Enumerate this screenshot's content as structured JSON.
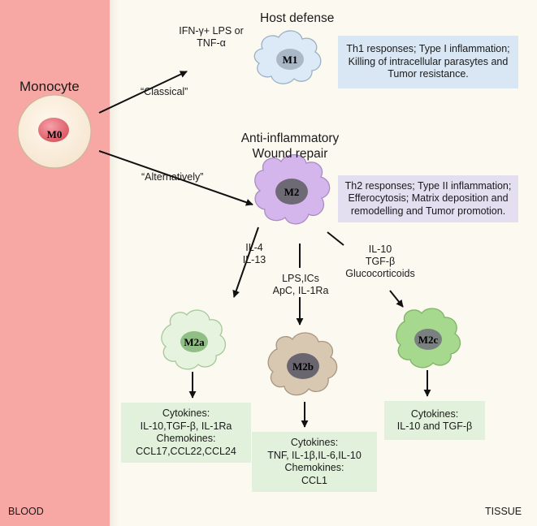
{
  "monocyte": {
    "title": "Monocyte",
    "cell": "M0"
  },
  "routes": {
    "classical": "“Classical”",
    "alternatively": "“Alternatively”"
  },
  "m1": {
    "heading": "Host defense",
    "stimulus": [
      "IFN-γ+ LPS or",
      "TNF-α"
    ],
    "cell": "M1",
    "description": [
      "Th1 responses; Type I inflammation;",
      "Killing of intracellular parasytes and",
      "Tumor resistance."
    ]
  },
  "m2": {
    "heading": [
      "Anti-inflammatory",
      "Wound repair"
    ],
    "cell": "M2",
    "description": [
      "Th2 responses; Type II inflammation;",
      "Efferocytosis; Matrix deposition and",
      "remodelling and Tumor promotion."
    ]
  },
  "m2a": {
    "stimulus": [
      "IL-4",
      "IL-13"
    ],
    "cell": "M2a",
    "products": [
      "Cytokines:",
      "IL-10,TGF-β, IL-1Ra",
      "Chemokines:",
      "CCL17,CCL22,CCL24"
    ]
  },
  "m2b": {
    "stimulus": [
      "LPS,ICs",
      "ApC, IL-1Ra"
    ],
    "cell": "M2b",
    "products": [
      "Cytokines:",
      "TNF, IL-1β,IL-6,IL-10",
      "Chemokines:",
      "CCL1"
    ]
  },
  "m2c": {
    "stimulus": [
      "IL-10",
      "TGF-β",
      "Glucocorticoids"
    ],
    "cell": "M2c",
    "products": [
      "Cytokines:",
      "IL-10 and TGF-β"
    ]
  },
  "corners": {
    "blood": "BLOOD",
    "tissue": "TISSUE"
  },
  "colors": {
    "blood": "#f8a8a4",
    "tissue": "#fcfaf0",
    "m1_cell": "#dce9f7",
    "m1_nucleus": "#a9b7c6",
    "m2_cell": "#d4b5ec",
    "m2_nucleus": "#6d6a75",
    "m2a_cell": "#e6f3de",
    "m2a_nucleus": "#8fbf85",
    "m2b_cell": "#d8c8b2",
    "m2b_nucleus": "#6a6670",
    "m2c_cell": "#a6d88e",
    "m2c_nucleus": "#7a8080"
  }
}
